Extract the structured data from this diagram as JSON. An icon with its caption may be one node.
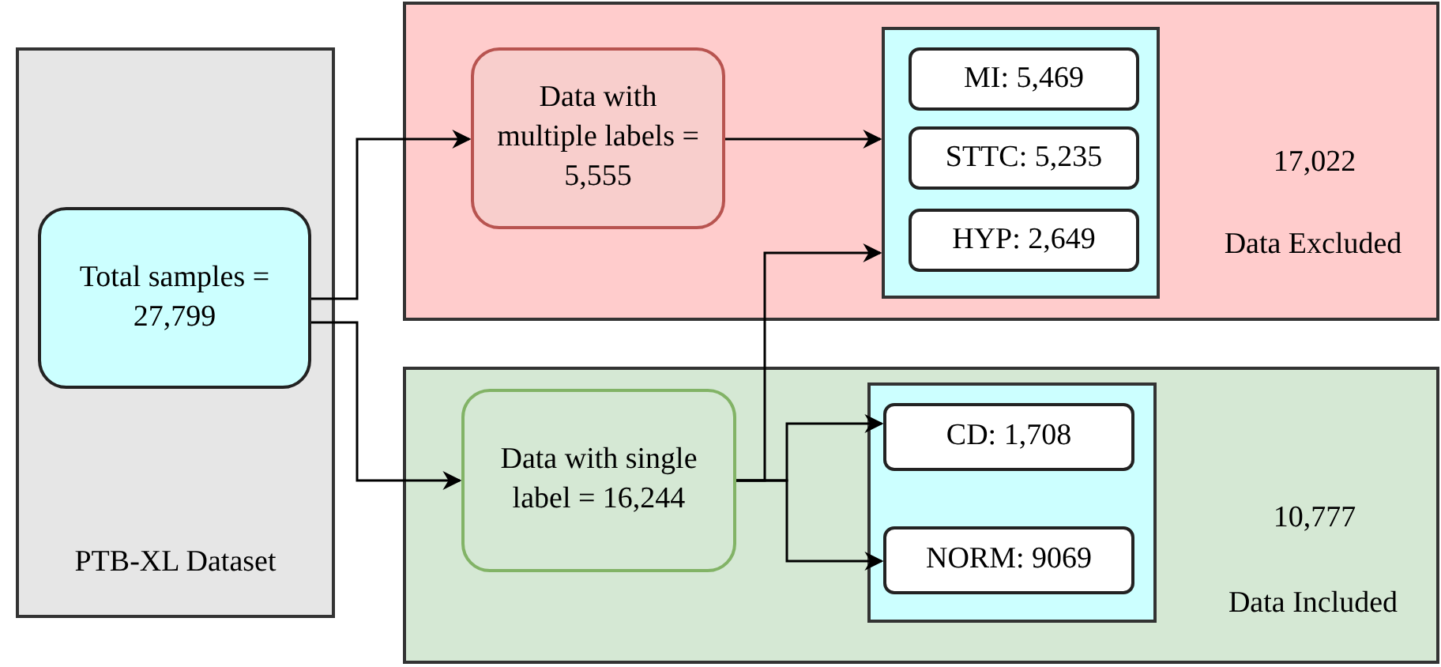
{
  "diagram": {
    "nodes": [
      {
        "text": [
          "PTB-XL Dataset"
        ]
      },
      {
        "text": [
          "Total samples = 27,799"
        ],
        "in": 0
      },
      {
        "text": [
          "17,022",
          "Data Excluded"
        ]
      },
      {
        "text": [
          "Data with multiple labels = 5,555"
        ],
        "in": 2
      },
      {
        "text": [],
        "shape": "box",
        "in": 2
      },
      {
        "text": [
          "MI: 5,469"
        ],
        "in": 4
      },
      {
        "text": [
          "STTC: 5,235"
        ],
        "in": 4
      },
      {
        "text": [
          "HYP: 2,649"
        ],
        "in": 4
      },
      {
        "text": [
          "10,777",
          "Data Included"
        ]
      },
      {
        "text": [
          "Data with single label = 16,244"
        ],
        "in": 8
      },
      {
        "text": [],
        "shape": "box",
        "in": 8
      },
      {
        "text": [
          "CD: 1,708"
        ],
        "in": 10
      },
      {
        "text": [
          "NORM: 9069"
        ],
        "in": 10
      }
    ],
    "edges": [
      {
        "from": 1,
        "to": 3,
        "arrow": "to"
      },
      {
        "from": 1,
        "to": 9,
        "arrow": "to"
      },
      {
        "from": 3,
        "to": 4,
        "arrow": "to"
      },
      {
        "from": 9,
        "to": 4,
        "arrow": "to"
      },
      {
        "from": 9,
        "to": 11,
        "arrow": "to"
      },
      {
        "from": 9,
        "to": 12,
        "arrow": "to"
      }
    ]
  }
}
